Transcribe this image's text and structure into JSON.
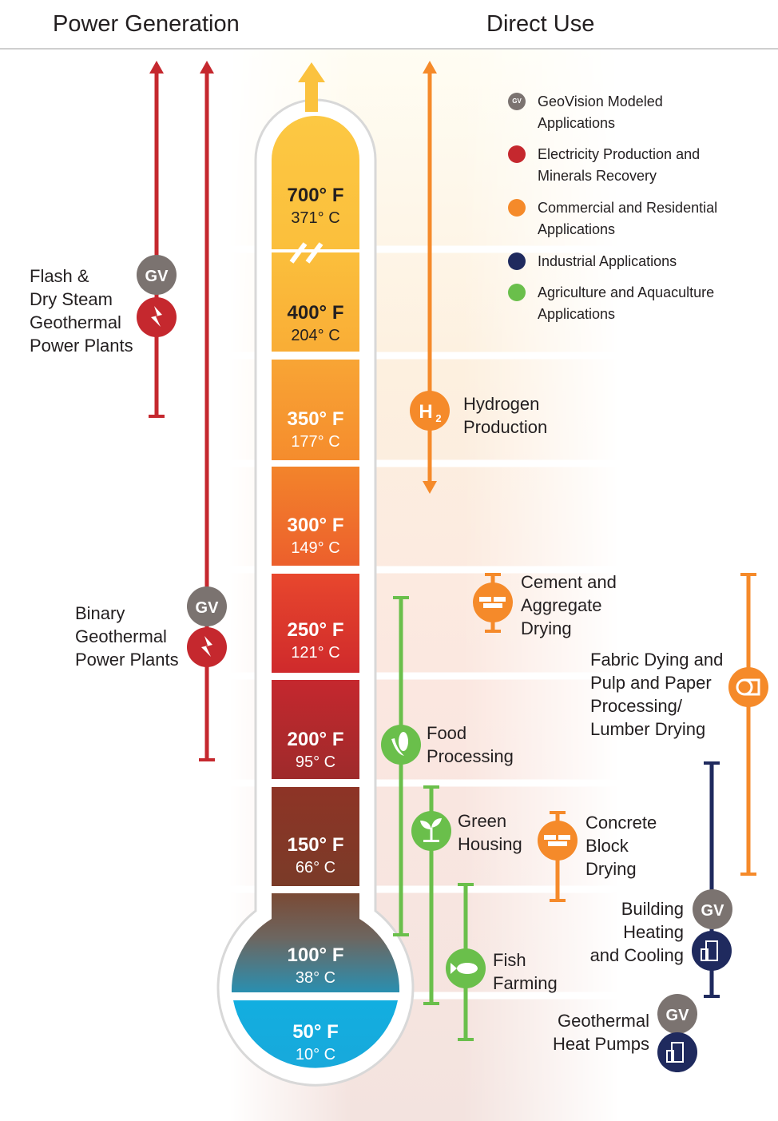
{
  "headers": {
    "power": "Power Generation",
    "direct": "Direct Use"
  },
  "colors": {
    "red": "#c5282e",
    "orange": "#f58a2a",
    "navy": "#1f2a5e",
    "green": "#6abf4b",
    "gray": "#7b7370",
    "header_rule": "#cfcfcf"
  },
  "legend": [
    {
      "icon": "gv-badge-icon",
      "color": "#7b7370",
      "line1": "GeoVision Modeled",
      "line2": "Applications",
      "badge": "GV"
    },
    {
      "icon": "red-dot-icon",
      "color": "#c5282e",
      "line1": "Electricity Production and",
      "line2": "Minerals Recovery"
    },
    {
      "icon": "orange-dot-icon",
      "color": "#f58a2a",
      "line1": "Commercial and Residential",
      "line2": "Applications"
    },
    {
      "icon": "navy-dot-icon",
      "color": "#1f2a5e",
      "line1": "Industrial Applications",
      "line2": ""
    },
    {
      "icon": "green-dot-icon",
      "color": "#6abf4b",
      "line1": "Agriculture and Aquaculture",
      "line2": "Applications"
    }
  ],
  "temperatures": [
    {
      "f": "700° F",
      "c": "371° C"
    },
    {
      "f": "400° F",
      "c": "204° C"
    },
    {
      "f": "350° F",
      "c": "177° C"
    },
    {
      "f": "300° F",
      "c": "149° C"
    },
    {
      "f": "250° F",
      "c": "121° C"
    },
    {
      "f": "200° F",
      "c": "95° C"
    },
    {
      "f": "150° F",
      "c": "66° C"
    },
    {
      "f": "100° F",
      "c": "38° C"
    },
    {
      "f": "50° F",
      "c": "10° C"
    }
  ],
  "badges": {
    "gv": "GV",
    "h2": "H",
    "h2_sub": "2"
  },
  "applications": {
    "flash": {
      "l1": "Flash &",
      "l2": "Dry Steam",
      "l3": "Geothermal",
      "l4": "Power Plants"
    },
    "binary": {
      "l1": "Binary",
      "l2": "Geothermal",
      "l3": "Power Plants"
    },
    "hydrogen": {
      "l1": "Hydrogen",
      "l2": "Production"
    },
    "cement": {
      "l1": "Cement and",
      "l2": "Aggregate",
      "l3": "Drying"
    },
    "fabric": {
      "l1": "Fabric Dying and",
      "l2": "Pulp and Paper",
      "l3": "Processing/",
      "l4": "Lumber Drying"
    },
    "food": {
      "l1": "Food",
      "l2": "Processing"
    },
    "green": {
      "l1": "Green",
      "l2": "Housing"
    },
    "concrete": {
      "l1": "Concrete",
      "l2": "Block",
      "l3": "Drying"
    },
    "fish": {
      "l1": "Fish",
      "l2": "Farming"
    },
    "building": {
      "l1": "Building",
      "l2": "Heating",
      "l3": "and Cooling"
    },
    "heatpumps": {
      "l1": "Geothermal",
      "l2": "Heat Pumps"
    }
  }
}
